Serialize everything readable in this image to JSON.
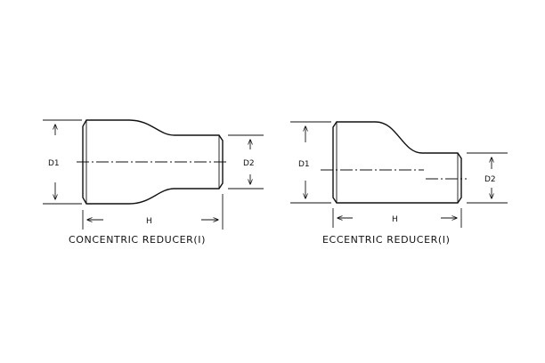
{
  "concentric": {
    "d1_label": "D1",
    "d2_label": "D2",
    "h_label": "H",
    "caption": "CONCENTRIC REDUCER(Ⅰ)"
  },
  "eccentric": {
    "d1_label": "D1",
    "d2_label": "D2",
    "h_label": "H",
    "caption": "ECCENTRIC REDUCER(Ⅰ)"
  }
}
